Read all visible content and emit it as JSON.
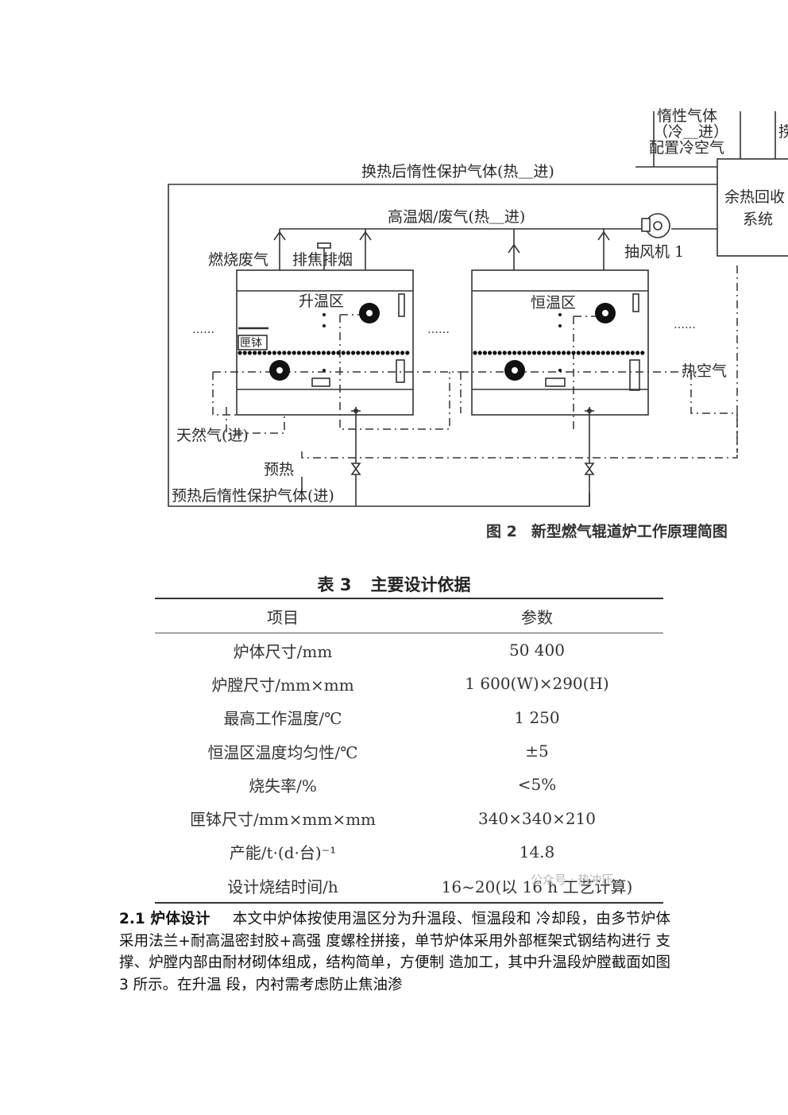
{
  "figure": {
    "labels": {
      "inert_gas_top": "惰性气体",
      "cold_in": "（冷＿进）",
      "config_cold_air": "配置冷空气",
      "truncated_right": "捞",
      "after_exchange_inert": "换热后惰性保护气体(热＿进)",
      "waste_heat_line1": "余热回收",
      "waste_heat_line2": "系统",
      "high_temp_flue": "高温烟/废气(热＿进)",
      "fan": "抽风机 1",
      "combustion_exhaust": "燃烧废气",
      "coke_exhaust": "排焦排烟",
      "heating_zone": "升温区",
      "constant_zone": "恒温区",
      "saggar": "匣钵",
      "dots_left": "……",
      "dots_mid": "……",
      "dots_right": "……",
      "hot_air": "热空气",
      "natural_gas": "天然气(进)",
      "preheat": "预热",
      "preheated_inert": "预热后惰性保护气体(进)"
    },
    "caption_number": "图 2",
    "caption_title": "新型燃气辊道炉工作原理简图"
  },
  "table": {
    "caption_number": "表 3",
    "caption_title": "主要设计依据",
    "headers": [
      "项目",
      "参数"
    ],
    "rows": [
      [
        "炉体尺寸/mm",
        "50 400"
      ],
      [
        "炉膛尺寸/mm×mm",
        "1 600(W)×290(H)"
      ],
      [
        "最高工作温度/℃",
        "1 250"
      ],
      [
        "恒温区温度均匀性/℃",
        "±5"
      ],
      [
        "烧失率/%",
        "<5%"
      ],
      [
        "匣钵尺寸/mm×mm×mm",
        "340×340×210"
      ],
      [
        "产能/t·(d·台)⁻¹",
        "14.8"
      ],
      [
        "设计烧结时间/h",
        "16~20(以 16 h 工艺计算)"
      ]
    ]
  },
  "watermark": "公众号 · 热冲压",
  "section": {
    "heading": "2.1 炉体设计",
    "text": "本文中炉体按使用温区分为升温段、恒温段和 冷却段，由多节炉体采用法兰+耐高温密封胶+高强 度螺栓拼接，单节炉体采用外部框架式钢结构进行 支撑、炉膛内部由耐材砌体组成，结构简单，方便制 造加工，其中升温段炉膛截面如图 3 所示。在升温 段，内衬需考虑防止焦油渗"
  }
}
